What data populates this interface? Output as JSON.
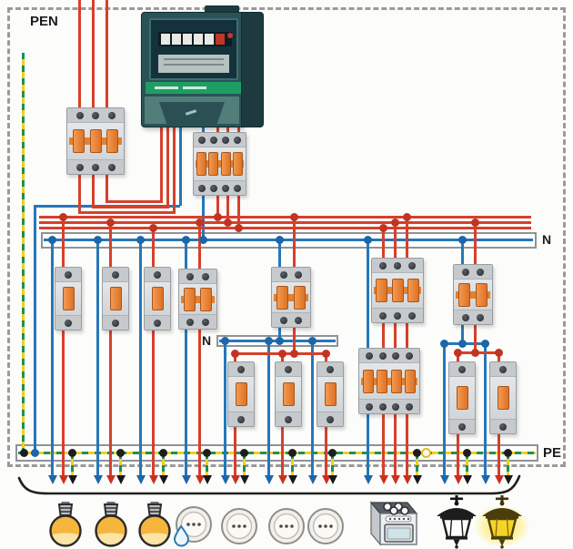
{
  "labels": {
    "pen": "PEN",
    "n_main": "N",
    "n_sub": "N",
    "pe": "PE"
  },
  "colors": {
    "phase_wire": "#d6402c",
    "neutral_wire": "#2677b8",
    "pe_yellow": "#f2cf1d",
    "pe_green": "#1d9150",
    "breaker_lever": "#ee8a3d",
    "meter_body": "#2b5257",
    "border_dash": "#9a9a9a"
  },
  "devices": [
    {
      "id": "main-breaker",
      "type": "circuit-breaker",
      "poles": 3
    },
    {
      "id": "energy-meter",
      "type": "electricity-meter"
    },
    {
      "id": "input-breaker",
      "type": "circuit-breaker",
      "poles": 4
    },
    {
      "id": "lamp-breaker-1",
      "type": "circuit-breaker",
      "poles": 1
    },
    {
      "id": "lamp-breaker-2",
      "type": "circuit-breaker",
      "poles": 1
    },
    {
      "id": "lamp-breaker-3",
      "type": "circuit-breaker",
      "poles": 1
    },
    {
      "id": "bathroom-socket-breaker",
      "type": "circuit-breaker",
      "poles": 2
    },
    {
      "id": "socket-group-breaker",
      "type": "circuit-breaker",
      "poles": 2
    },
    {
      "id": "socket-breaker-1",
      "type": "circuit-breaker",
      "poles": 1
    },
    {
      "id": "socket-breaker-2",
      "type": "circuit-breaker",
      "poles": 1
    },
    {
      "id": "socket-breaker-3",
      "type": "circuit-breaker",
      "poles": 1
    },
    {
      "id": "stove-breaker",
      "type": "circuit-breaker",
      "poles": 3
    },
    {
      "id": "stove-switch",
      "type": "circuit-breaker",
      "poles": 4
    },
    {
      "id": "outdoor-group-breaker",
      "type": "circuit-breaker",
      "poles": 2
    },
    {
      "id": "lantern-breaker-1",
      "type": "circuit-breaker",
      "poles": 1
    },
    {
      "id": "lantern-breaker-2",
      "type": "circuit-breaker",
      "poles": 1
    }
  ],
  "busbars": [
    "phase-busbars-3x",
    "neutral-busbar",
    "neutral-busbar-sub",
    "pe-pen-busbar"
  ],
  "loads": [
    {
      "icon": "lamp-icon"
    },
    {
      "icon": "lamp-icon"
    },
    {
      "icon": "lamp-icon"
    },
    {
      "icon": "socket-water-drop-icon"
    },
    {
      "icon": "socket-icon"
    },
    {
      "icon": "socket-icon"
    },
    {
      "icon": "socket-icon"
    },
    {
      "icon": "stove-icon"
    },
    {
      "icon": "lantern-off-icon"
    },
    {
      "icon": "lantern-lit-icon"
    }
  ]
}
